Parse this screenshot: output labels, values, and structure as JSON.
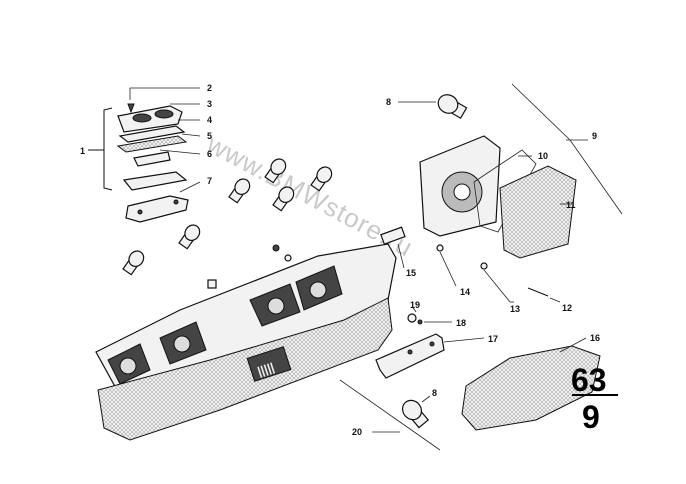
{
  "watermark": "www.BMWstore.ru",
  "group": {
    "number": "63",
    "subgroup": "9"
  },
  "callouts": [
    "1",
    "2",
    "3",
    "4",
    "5",
    "6",
    "7",
    "8",
    "9",
    "10",
    "11",
    "12",
    "13",
    "14",
    "15",
    "16",
    "17",
    "18",
    "19",
    "20",
    "8"
  ]
}
